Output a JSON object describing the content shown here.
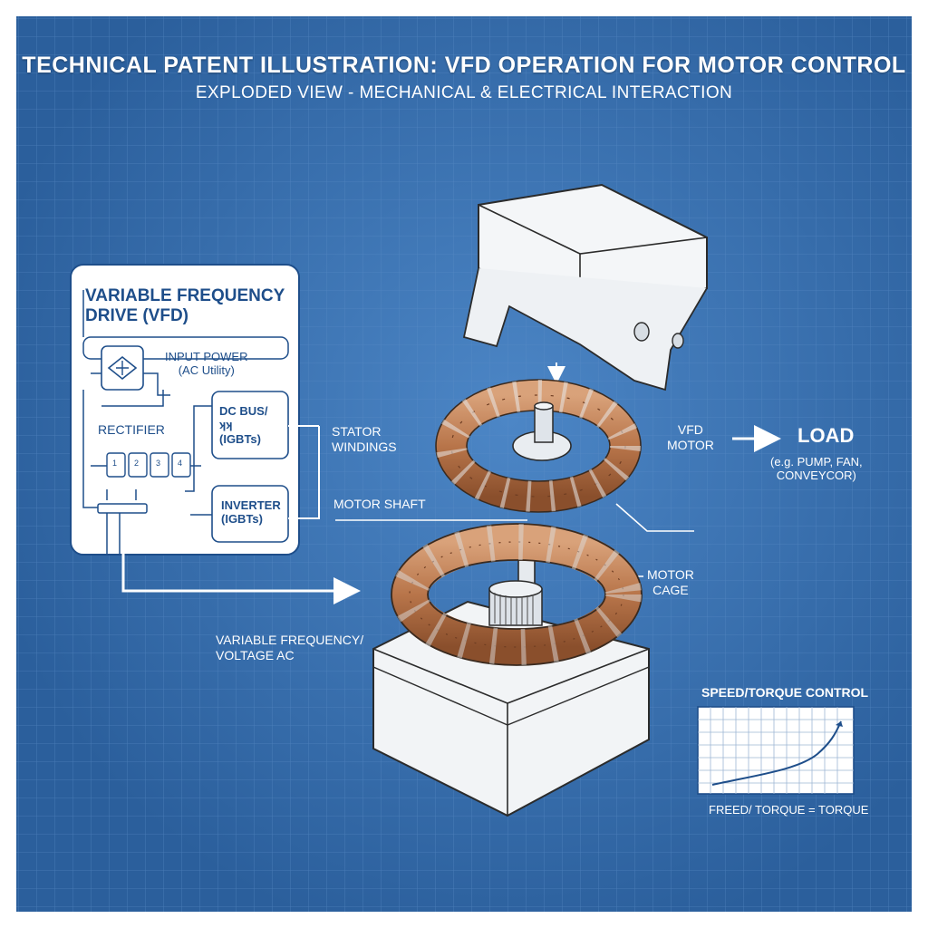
{
  "header": {
    "title": "TECHNICAL PATENT ILLUSTRATION: VFD OPERATION FOR MOTOR CONTROL",
    "subtitle": "EXPLODED VIEW - MECHANICAL & ELECTRICAL INTERACTION"
  },
  "vfd_panel": {
    "title": "VARIABLE FREQUENCY\nDRIVE (VFD)",
    "input_power": "INPUT POWER\n(AC Utility)",
    "rectifier": "RECTIFIER",
    "dc_bus": "DC BUS/\nʞʞ\n(IGBTs)",
    "inverter": "INVERTER\n(IGBTs)",
    "rectifier_cells": [
      "1",
      "2",
      "3",
      "4"
    ]
  },
  "callouts": {
    "stator_windings": "STATOR\nWINDINGS",
    "motor_shaft": "MOTOR SHAFT",
    "vfd_motor": "VFD\nMOTOR",
    "load": "LOAD",
    "load_examples": "(e.g. PUMP, FAN,\nCONVEYCOR)",
    "motor_cage": "MOTOR\nCAGE",
    "variable_ac": "VARIABLE FREQUENCY/\nVOLTAGE AC"
  },
  "mini_chart": {
    "title": "SPEED/TORQUE CONTROL",
    "caption": "FREED/ TORQUE = TORQUE"
  },
  "colors": {
    "background": "#2f67a8",
    "grid": "#5a8cc6",
    "panel": "#ffffff",
    "ink": "#1e4e8a",
    "copper": "#c8875e",
    "copper_dark": "#7a4426"
  }
}
